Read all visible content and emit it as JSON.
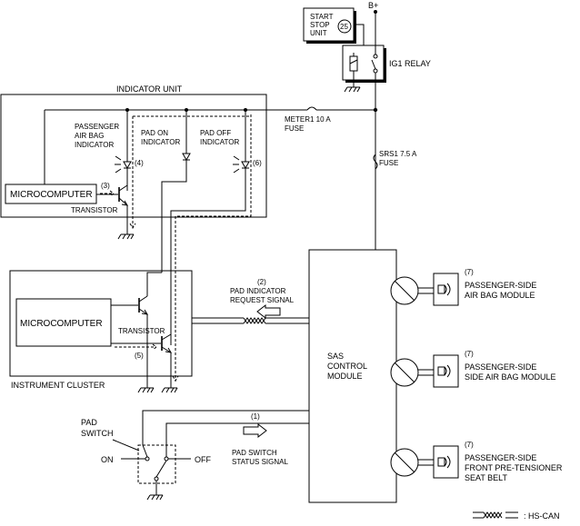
{
  "labels": {
    "b_plus": "B+",
    "start_stop_unit": [
      "START",
      "STOP",
      "UNIT"
    ],
    "start_stop_num": "25",
    "ig1_relay": "IG1 RELAY",
    "indicator_unit": "INDICATOR UNIT",
    "meter1_fuse": [
      "METER1 10 A",
      "FUSE"
    ],
    "srs1_fuse": [
      "SRS1 7.5 A",
      "FUSE"
    ],
    "passenger_airbag_indicator": [
      "PASSENGER",
      "AIR BAG",
      "INDICATOR"
    ],
    "pad_on_indicator": [
      "PAD ON",
      "INDICATOR"
    ],
    "pad_off_indicator": [
      "PAD OFF",
      "INDICATOR"
    ],
    "num_4": "(4)",
    "num_6": "(6)",
    "num_3": "(3)",
    "microcomputer_top": "MICROCOMPUTER",
    "transistor_top": "TRANSISTOR",
    "num_2": "(2)",
    "pad_indicator_request": [
      "PAD INDICATOR",
      "REQUEST  SIGNAL"
    ],
    "microcomputer_ic": "MICROCOMPUTER",
    "transistor_ic": "TRANSISTOR",
    "num_5": "(5)",
    "instrument_cluster": "INSTRUMENT CLUSTER",
    "sas_module": [
      "SAS",
      "CONTROL",
      "MODULE"
    ],
    "num_1": "(1)",
    "pad_switch_status": [
      "PAD SWITCH",
      "STATUS SIGNAL"
    ],
    "pad_switch": [
      "PAD",
      "SWITCH"
    ],
    "on": "ON",
    "off": "OFF",
    "num_7a": "(7)",
    "passenger_side_airbag": [
      "PASSENGER-SIDE",
      "AIR BAG MODULE"
    ],
    "num_7b": "(7)",
    "passenger_side_side_airbag": [
      "PASSENGER-SIDE",
      "SIDE AIR BAG MODULE"
    ],
    "num_7c": "(7)",
    "passenger_side_pretensioner": [
      "PASSENGER-SIDE",
      "FRONT PRE-TENSIONER",
      "SEAT BELT"
    ],
    "hs_can_legend": ": HS-CAN"
  }
}
